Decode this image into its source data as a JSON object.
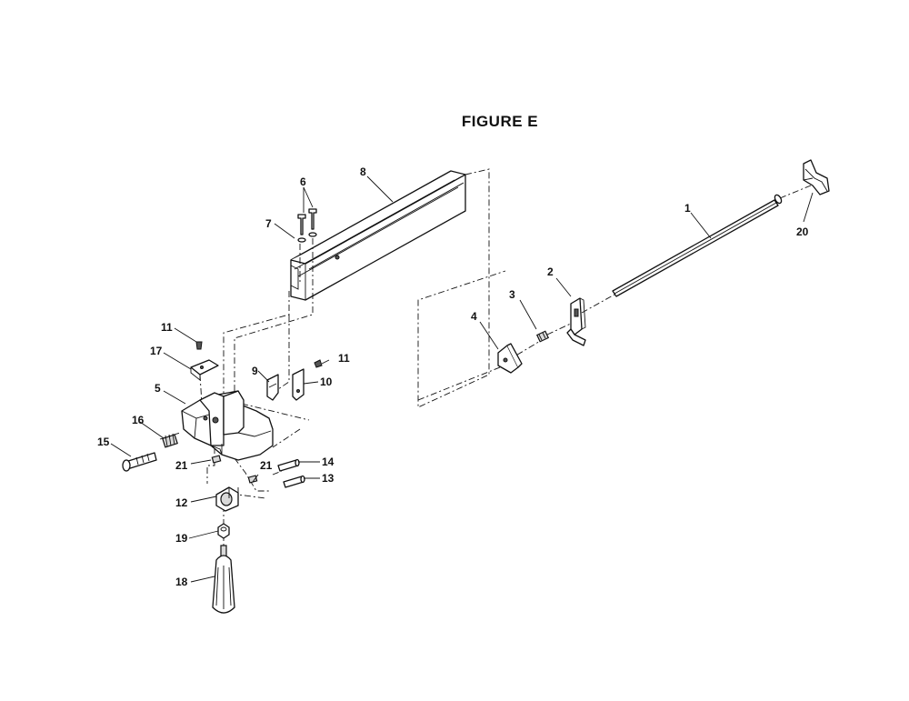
{
  "figure": {
    "title": "FIGURE E"
  },
  "callouts": [
    {
      "key": "c1",
      "label": "1"
    },
    {
      "key": "c2",
      "label": "2"
    },
    {
      "key": "c3",
      "label": "3"
    },
    {
      "key": "c4",
      "label": "4"
    },
    {
      "key": "c5",
      "label": "5"
    },
    {
      "key": "c6",
      "label": "6"
    },
    {
      "key": "c7",
      "label": "7"
    },
    {
      "key": "c8",
      "label": "8"
    },
    {
      "key": "c9",
      "label": "9"
    },
    {
      "key": "c10",
      "label": "10"
    },
    {
      "key": "c11a",
      "label": "11"
    },
    {
      "key": "c11b",
      "label": "11"
    },
    {
      "key": "c12",
      "label": "12"
    },
    {
      "key": "c13",
      "label": "13"
    },
    {
      "key": "c14",
      "label": "14"
    },
    {
      "key": "c15",
      "label": "15"
    },
    {
      "key": "c16",
      "label": "16"
    },
    {
      "key": "c17",
      "label": "17"
    },
    {
      "key": "c18",
      "label": "18"
    },
    {
      "key": "c19",
      "label": "19"
    },
    {
      "key": "c20",
      "label": "20"
    },
    {
      "key": "c21a",
      "label": "21"
    },
    {
      "key": "c21b",
      "label": "21"
    }
  ]
}
